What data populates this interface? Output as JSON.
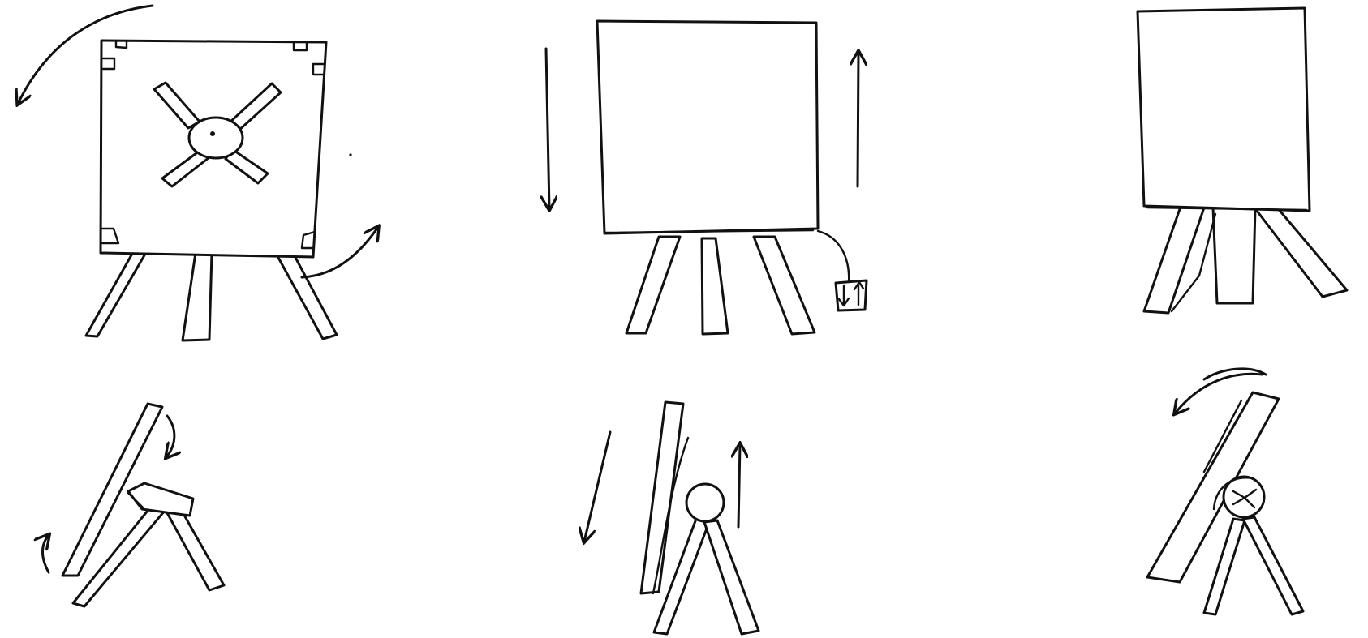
{
  "diagram": {
    "style": "hand-drawn pencil sketch",
    "ink_color": "#111111",
    "background_color": "#ffffff",
    "panels": [
      {
        "row": 1,
        "column": 1,
        "icon": "easel-front-with-clamp-arrows"
      },
      {
        "row": 1,
        "column": 2,
        "icon": "easel-front-slide-arrows"
      },
      {
        "row": 1,
        "column": 3,
        "icon": "easel-front-plain"
      },
      {
        "row": 2,
        "column": 1,
        "icon": "easel-side-tray"
      },
      {
        "row": 2,
        "column": 2,
        "icon": "easel-side-knob"
      },
      {
        "row": 2,
        "column": 3,
        "icon": "easel-side-rotating-knob"
      }
    ]
  }
}
